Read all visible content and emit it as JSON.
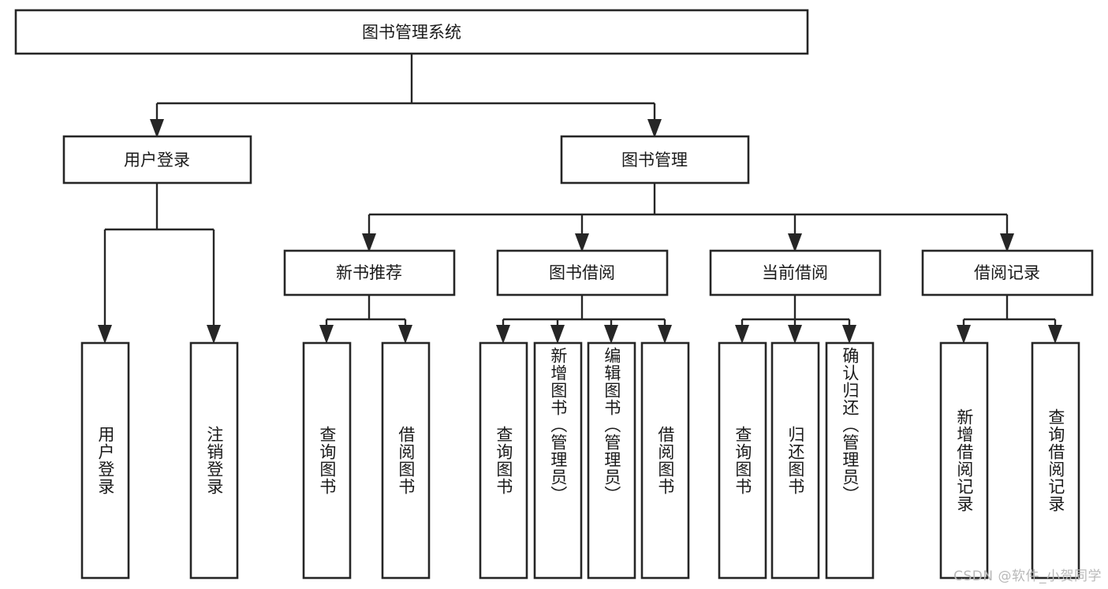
{
  "diagram": {
    "title": "图书管理系统",
    "type": "hierarchy-tree",
    "watermark": "CSDN @软件_小贺同学",
    "colors": {
      "background": "#ffffff",
      "box_fill": "#ffffff",
      "box_stroke": "#262626",
      "connector": "#262626",
      "text": "#1a1a1a",
      "watermark": "#b9b9b9"
    },
    "levels": {
      "root": {
        "label": "图书管理系统",
        "orientation": "horizontal"
      },
      "level2": [
        {
          "id": "user-login",
          "label": "用户登录",
          "orientation": "horizontal"
        },
        {
          "id": "book-management",
          "label": "图书管理",
          "orientation": "horizontal"
        }
      ],
      "level3": [
        {
          "id": "new-book-recommend",
          "label": "新书推荐",
          "orientation": "horizontal",
          "parent": "book-management"
        },
        {
          "id": "book-borrow",
          "label": "图书借阅",
          "orientation": "horizontal",
          "parent": "book-management"
        },
        {
          "id": "current-borrow",
          "label": "当前借阅",
          "orientation": "horizontal",
          "parent": "book-management"
        },
        {
          "id": "borrow-record",
          "label": "借阅记录",
          "orientation": "horizontal",
          "parent": "book-management"
        }
      ],
      "leaves": [
        {
          "id": "leaf-user-login",
          "label": "用户登录",
          "orientation": "vertical",
          "parent": "user-login"
        },
        {
          "id": "leaf-logout",
          "label": "注销登录",
          "orientation": "vertical",
          "parent": "user-login"
        },
        {
          "id": "leaf-query-book-1",
          "label": "查询图书",
          "orientation": "vertical",
          "parent": "new-book-recommend"
        },
        {
          "id": "leaf-borrow-book-1",
          "label": "借阅图书",
          "orientation": "vertical",
          "parent": "new-book-recommend"
        },
        {
          "id": "leaf-query-book-2",
          "label": "查询图书",
          "orientation": "vertical",
          "parent": "book-borrow"
        },
        {
          "id": "leaf-add-book",
          "label": "新增图书（管理员）",
          "orientation": "vertical",
          "parent": "book-borrow"
        },
        {
          "id": "leaf-edit-book",
          "label": "编辑图书（管理员）",
          "orientation": "vertical",
          "parent": "book-borrow"
        },
        {
          "id": "leaf-borrow-book-2",
          "label": "借阅图书",
          "orientation": "vertical",
          "parent": "book-borrow"
        },
        {
          "id": "leaf-query-book-3",
          "label": "查询图书",
          "orientation": "vertical",
          "parent": "current-borrow"
        },
        {
          "id": "leaf-return-book",
          "label": "归还图书",
          "orientation": "vertical",
          "parent": "current-borrow"
        },
        {
          "id": "leaf-confirm-return",
          "label": "确认归还（管理员）",
          "orientation": "vertical",
          "parent": "current-borrow"
        },
        {
          "id": "leaf-add-record",
          "label": "新增借阅记录",
          "orientation": "vertical",
          "parent": "borrow-record"
        },
        {
          "id": "leaf-query-record",
          "label": "查询借阅记录",
          "orientation": "vertical",
          "parent": "borrow-record"
        }
      ]
    }
  }
}
